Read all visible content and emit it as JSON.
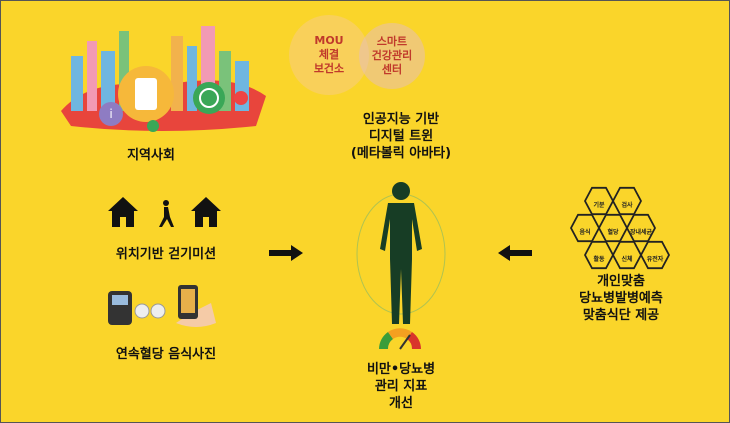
{
  "colors": {
    "background": "#fad52a",
    "circle_text": "#c0392b",
    "text": "#111111"
  },
  "top_circles": {
    "mou": "MOU\n체결\n보건소",
    "smart": "스마트\n건강관리\n센터"
  },
  "community": {
    "label": "지역사회",
    "icon": "city-illustration"
  },
  "walking": {
    "label": "위치기반 걷기미션",
    "icons": [
      "house-icon",
      "walking-person-icon",
      "house-icon"
    ]
  },
  "glucose": {
    "label": "연속혈당 음식사진",
    "icons": [
      "glucose-meter-icon",
      "phone-food-photo-icon"
    ]
  },
  "twin": {
    "title_lines": [
      "인공지능 기반",
      "디지털 트윈",
      "(메타볼릭 아바타)"
    ],
    "icon": "human-body-icon"
  },
  "gauge": {
    "icon": "gauge-icon",
    "label_lines": [
      "비만•당뇨병",
      "관리 지표",
      "개선"
    ]
  },
  "personal": {
    "label_lines": [
      "개인맞춤",
      "당뇨병발병예측",
      "맞춤식단 제공"
    ],
    "hexagons": [
      "기분",
      "검사",
      "음식",
      "혈당",
      "장내세균",
      "활동",
      "신체",
      "유전자"
    ]
  },
  "arrows": [
    "arrow-right-icon",
    "arrow-left-icon"
  ]
}
